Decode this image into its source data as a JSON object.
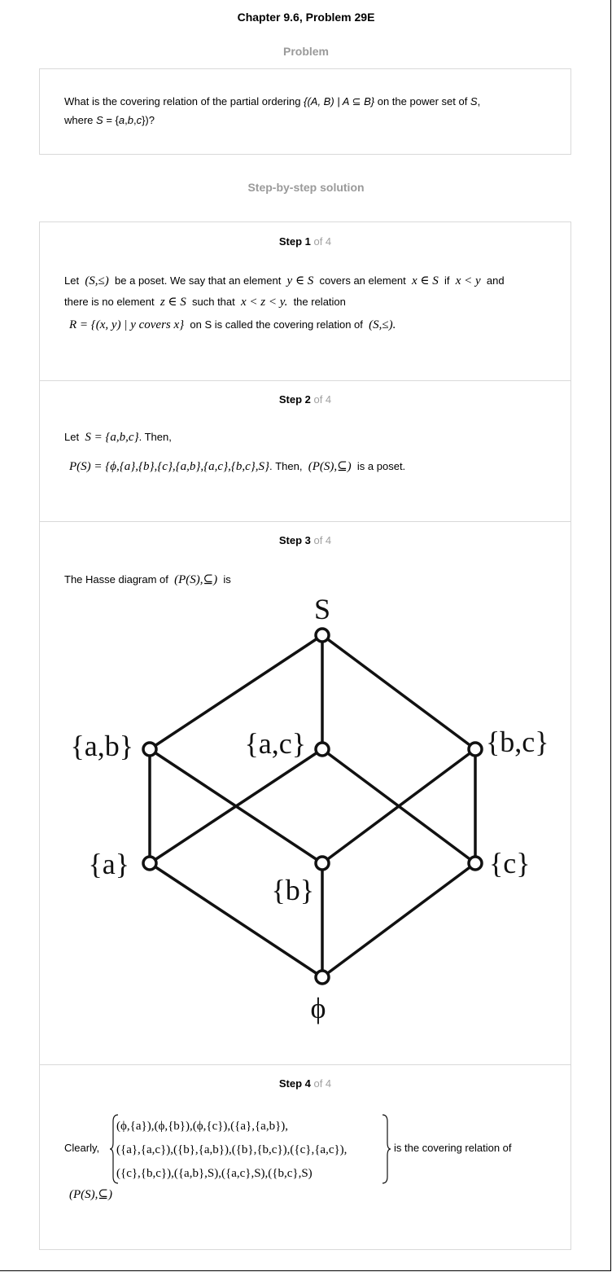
{
  "header": {
    "title": "Chapter 9.6, Problem 29E",
    "problem_heading": "Problem",
    "solution_heading": "Step-by-step solution"
  },
  "problem": {
    "t1": "What is the covering relation of the partial ordering ",
    "t2": "{(A, B) | A ⊆ B}",
    "t3": " on the power set of ",
    "t4": "S",
    "t5": ",",
    "t6": "where ",
    "t7": "S",
    "t8": " = {",
    "t9": "a",
    "t10": ",",
    "t11": "b",
    "t12": ",",
    "t13": "c",
    "t14": "})?"
  },
  "steps": [
    {
      "label": "Step 1",
      "of": " of 4",
      "l1": [
        "Let",
        "(S,≤)",
        "be a poset. We say that an element",
        "y ∈ S",
        "covers an element",
        "x ∈ S",
        "if",
        "x < y",
        "and"
      ],
      "l2": [
        "there is no element",
        "z ∈ S",
        "such that",
        "x < z < y.",
        "the relation"
      ],
      "l3": [
        "R = {(x, y) | y covers x}",
        "on S is called the covering relation of",
        "(S,≤)."
      ]
    },
    {
      "label": "Step 2",
      "of": " of 4",
      "l1": [
        "Let",
        "S = {a,b,c}",
        ". Then,"
      ],
      "l2": [
        "P(S) = {ϕ,{a},{b},{c},{a,b},{a,c},{b,c},S}",
        ". Then,",
        "(P(S),⊆)",
        "is a poset."
      ]
    },
    {
      "label": "Step 3",
      "of": " of 4",
      "l1": [
        "The Hasse diagram of",
        "(P(S),⊆)",
        "is"
      ],
      "diagram": {
        "nodes": [
          "S",
          "{a,b}",
          "{a,c}",
          "{b,c}",
          "{a}",
          "{b}",
          "{c}",
          "ϕ"
        ]
      }
    },
    {
      "label": "Step 4",
      "of": " of 4",
      "clearly": "Clearly,",
      "set_rows": [
        "(ϕ,{a}),(ϕ,{b}),(ϕ,{c}),({a},{a,b}),",
        "({a},{a,c}),({b},{a,b}),({b},{b,c}),({c},{a,c}),",
        "({c},{b,c}),({a,b},S),({a,c},S),({b,c},S)"
      ],
      "tail": "is the covering relation of",
      "final": "(P(S),⊆)"
    }
  ]
}
